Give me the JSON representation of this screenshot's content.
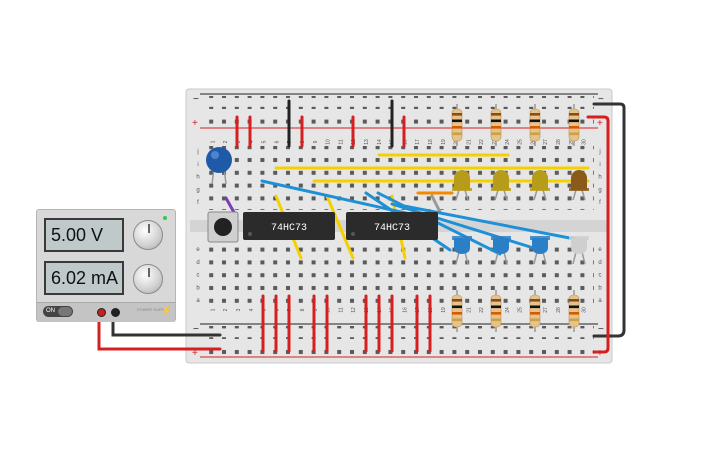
{
  "breadboard": {
    "column_numbers": [
      "1",
      "2",
      "3",
      "4",
      "5",
      "6",
      "7",
      "8",
      "9",
      "10",
      "11",
      "12",
      "13",
      "14",
      "15",
      "16",
      "17",
      "18",
      "19",
      "20",
      "21",
      "22",
      "23",
      "24",
      "25",
      "26",
      "27",
      "28",
      "29",
      "30"
    ],
    "rows_top": [
      "j",
      "i",
      "h",
      "g",
      "f"
    ],
    "rows_bottom": [
      "e",
      "d",
      "c",
      "b",
      "a"
    ],
    "rail_minus": "−",
    "rail_plus": "+"
  },
  "chips": [
    {
      "label": "74HC73"
    },
    {
      "label": "74HC73"
    }
  ],
  "power_supply": {
    "voltage_display": "5.00 V",
    "current_display": "6.02 mA",
    "switch_label": "ON",
    "brand_text": "POWER SUPPLY"
  },
  "colors": {
    "board": "#e6e6e6",
    "rail_red": "#d42020",
    "rail_black": "#222222",
    "wire_yellow": "#f4d000",
    "wire_blue": "#1e90d6",
    "wire_red": "#d42020",
    "wire_orange": "#f08a00",
    "wire_purple": "#7a3fb0",
    "chip": "#2b2b2b",
    "led_yellow": "#b79b1a",
    "led_blue": "#2b7fc7",
    "led_off": "#cfcfcf"
  }
}
